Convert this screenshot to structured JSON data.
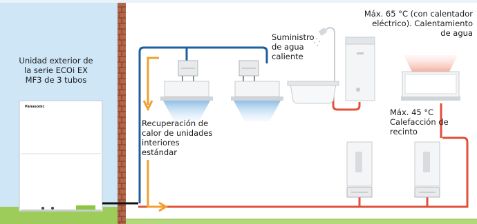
{
  "labels": {
    "outdoor_unit": [
      "Unidad exterior de",
      "la serie ECOi EX",
      "MF3 de 3 tubos"
    ],
    "recovery": [
      "Recuperación de",
      "calor de unidades",
      "interiores",
      "estándar"
    ],
    "hot_water_supply": [
      "Suministro",
      "de agua",
      "caliente"
    ],
    "max65": [
      "Máx. 65 °C (con calentador",
      "eléctrico). Calentamiento",
      "de agua"
    ],
    "max45": [
      "Máx. 45 °C",
      "Calefacción de",
      "recinto"
    ],
    "brand": "Panasonic"
  },
  "colors": {
    "sky": "#cfe6f7",
    "grass": "#9dcc5b",
    "brick": "#a3573a",
    "pipe_blue": "#1f5e9c",
    "pipe_red": "#e0503a",
    "pipe_black": "#111111",
    "arrow_orange": "#f0a030",
    "cold_air": "#a6cbea",
    "warm_air": "#f6b4a4"
  },
  "icons": [
    "outdoor-unit-icon",
    "cassette-unit-icon",
    "bathtub-icon",
    "shower-icon",
    "water-tank-icon",
    "floor-heater-icon",
    "wall-unit-icon",
    "hydro-module-icon"
  ]
}
